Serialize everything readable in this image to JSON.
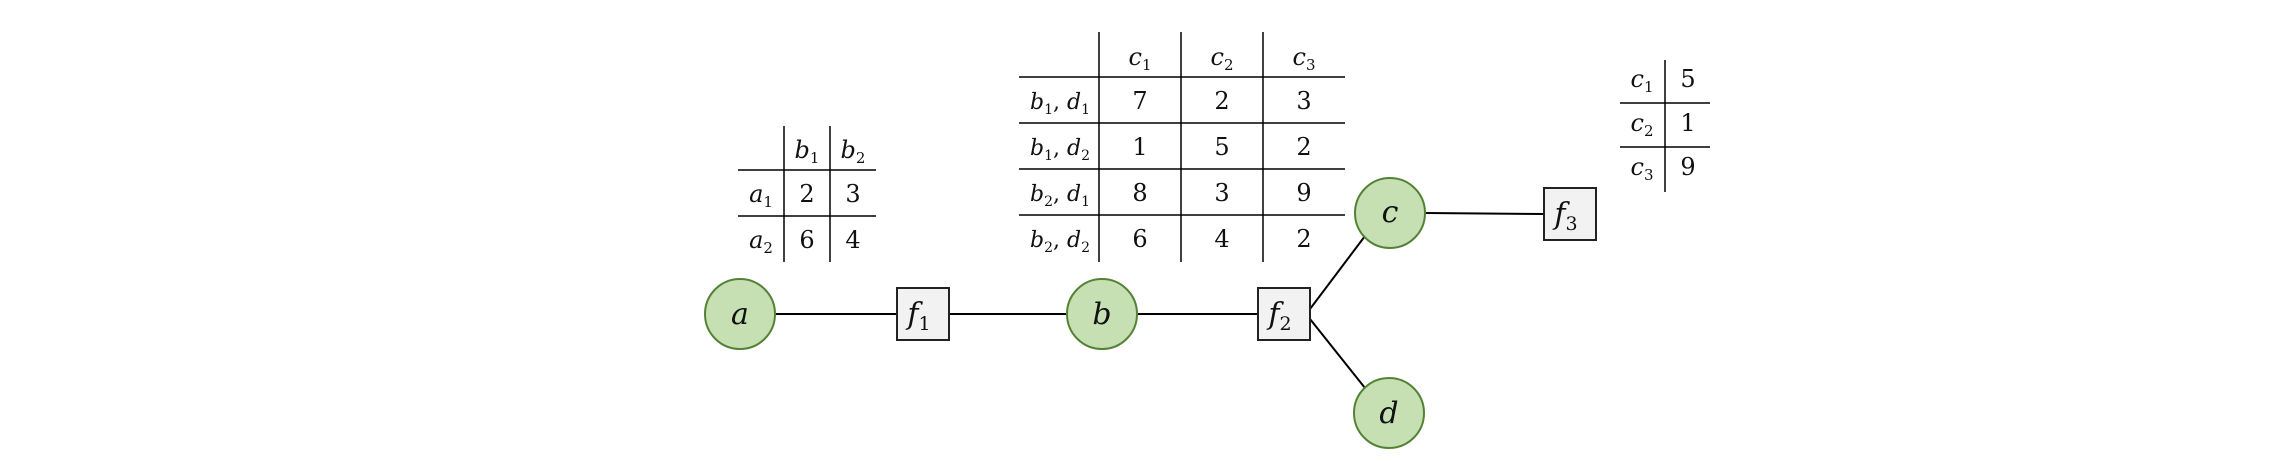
{
  "colors": {
    "variable_fill": "#c6e0b4",
    "variable_stroke": "#548235",
    "factor_fill": "#f2f2f2",
    "factor_stroke": "#222222",
    "edge": "#000000",
    "table_rule": "#000000"
  },
  "nodes": {
    "a": {
      "label": "a",
      "type": "variable"
    },
    "b": {
      "label": "b",
      "type": "variable"
    },
    "c": {
      "label": "c",
      "type": "variable"
    },
    "d": {
      "label": "d",
      "type": "variable"
    },
    "f1": {
      "label": "f",
      "sub": "1",
      "type": "factor"
    },
    "f2": {
      "label": "f",
      "sub": "2",
      "type": "factor"
    },
    "f3": {
      "label": "f",
      "sub": "3",
      "type": "factor"
    }
  },
  "edges": [
    [
      "a",
      "f1"
    ],
    [
      "f1",
      "b"
    ],
    [
      "b",
      "f2"
    ],
    [
      "f2",
      "c"
    ],
    [
      "f2",
      "d"
    ],
    [
      "c",
      "f3"
    ]
  ],
  "tables": {
    "f1": {
      "columns": [
        {
          "v": "b",
          "s": "1"
        },
        {
          "v": "b",
          "s": "2"
        }
      ],
      "rows": [
        {
          "label": [
            {
              "v": "a",
              "s": "1"
            }
          ],
          "values": [
            "2",
            "3"
          ]
        },
        {
          "label": [
            {
              "v": "a",
              "s": "2"
            }
          ],
          "values": [
            "6",
            "4"
          ]
        }
      ]
    },
    "f2": {
      "columns": [
        {
          "v": "c",
          "s": "1"
        },
        {
          "v": "c",
          "s": "2"
        },
        {
          "v": "c",
          "s": "3"
        }
      ],
      "rows": [
        {
          "label": [
            {
              "v": "b",
              "s": "1"
            },
            {
              "v": "d",
              "s": "1"
            }
          ],
          "values": [
            "7",
            "2",
            "3"
          ]
        },
        {
          "label": [
            {
              "v": "b",
              "s": "1"
            },
            {
              "v": "d",
              "s": "2"
            }
          ],
          "values": [
            "1",
            "5",
            "2"
          ]
        },
        {
          "label": [
            {
              "v": "b",
              "s": "2"
            },
            {
              "v": "d",
              "s": "1"
            }
          ],
          "values": [
            "8",
            "3",
            "9"
          ]
        },
        {
          "label": [
            {
              "v": "b",
              "s": "2"
            },
            {
              "v": "d",
              "s": "2"
            }
          ],
          "values": [
            "6",
            "4",
            "2"
          ]
        }
      ]
    },
    "f3": {
      "rows": [
        {
          "label": [
            {
              "v": "c",
              "s": "1"
            }
          ],
          "value": "5"
        },
        {
          "label": [
            {
              "v": "c",
              "s": "2"
            }
          ],
          "value": "1"
        },
        {
          "label": [
            {
              "v": "c",
              "s": "3"
            }
          ],
          "value": "9"
        }
      ]
    }
  }
}
